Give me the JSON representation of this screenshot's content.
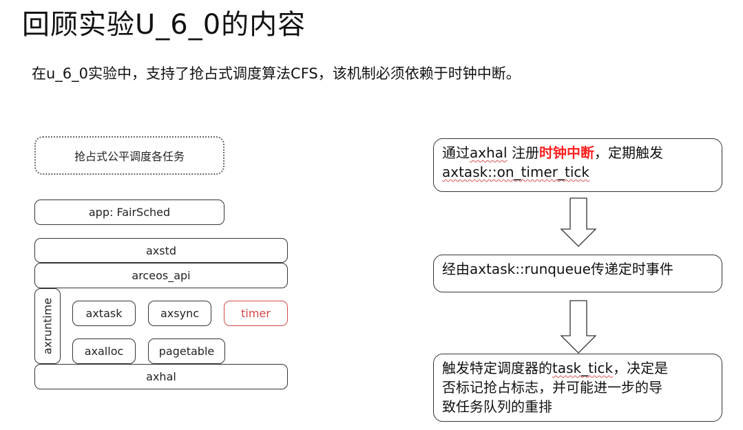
{
  "title": "回顾实验U_6_0的内容",
  "subtitle": "在u_6_0实验中，支持了抢占式调度算法CFS，该机制必须依赖于时钟中断。",
  "arch": {
    "note": "抢占式公平调度各任务",
    "app": "app: FairSched",
    "axstd": "axstd",
    "arceos_api": "arceos_api",
    "axruntime": "axruntime",
    "axtask": "axtask",
    "axsync": "axsync",
    "timer": "timer",
    "axalloc": "axalloc",
    "pagetable": "pagetable",
    "axhal": "axhal"
  },
  "steps": {
    "step1_pre": "通过",
    "step1_axhal": "axhal",
    "step1_mid": " 注册",
    "step1_highlight": "时钟中断",
    "step1_post": "，定期触发",
    "step1_fn": "axtask::on_timer_tick",
    "step2": "经由axtask::runqueue传递定时事件",
    "step3_line1_pre": "触发特定调度器的",
    "step3_fn": "task_tick",
    "step3_line1_post": "，决定是",
    "step3_line2": "否标记抢占标志，并可能进一步的导",
    "step3_line3": "致任务队列的重排"
  },
  "colors": {
    "highlight": "#ff2020",
    "timer_border": "#d64545",
    "border": "#333333"
  }
}
